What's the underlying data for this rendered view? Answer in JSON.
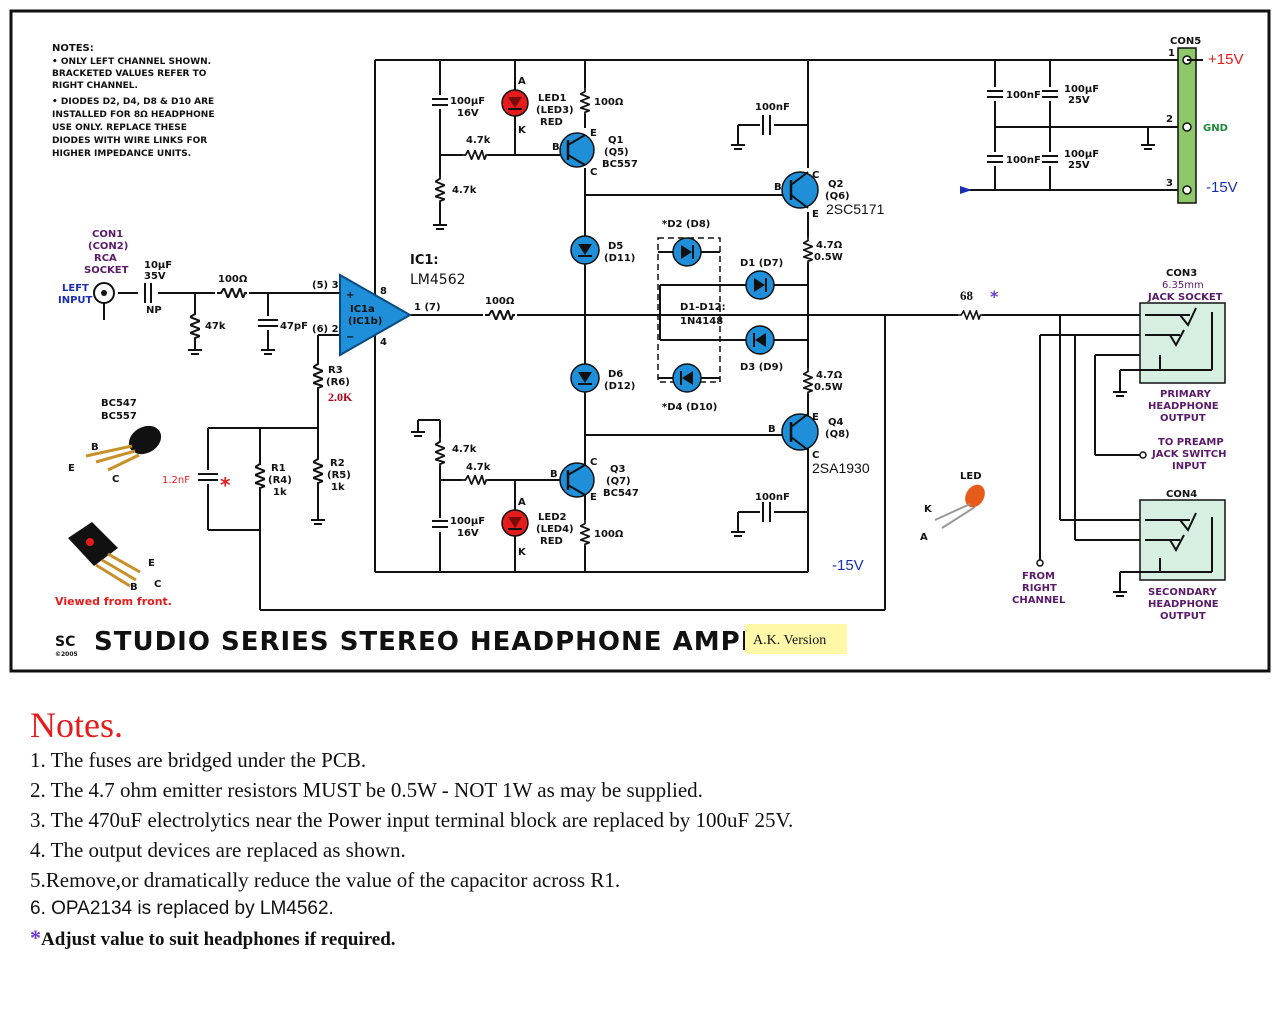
{
  "schematic": {
    "notes_box": {
      "heading": "NOTES:",
      "lines": [
        "• ONLY LEFT CHANNEL SHOWN.",
        "BRACKETED VALUES REFER TO",
        "RIGHT CHANNEL.",
        "• DIODES D2, D4, D8 & D10 ARE",
        "INSTALLED FOR 8Ω HEADPHONE",
        "USE ONLY. REPLACE THESE",
        "DIODES WITH WIRE LINKS FOR",
        "HIGHER IMPEDANCE UNITS."
      ]
    },
    "input": {
      "con1": "CON1",
      "con2": "(CON2)",
      "rca": "RCA",
      "socket": "SOCKET",
      "left": "LEFT",
      "input": "INPUT",
      "cap_value": "10μF",
      "cap_voltage": "35V",
      "cap_type": "NP",
      "r_series": "100Ω",
      "r_shunt": "47k",
      "c_shunt": "47pF"
    },
    "opamp": {
      "ic_label": "IC1:",
      "ic_part": "LM4562",
      "body_a": "IC1a",
      "body_b": "(IC1b)",
      "pin_plus": "(5) 3",
      "pin_minus": "(6) 2",
      "pin_out": "1 (7)",
      "pin8": "8",
      "pin4": "4",
      "r_out": "100Ω"
    },
    "feedback": {
      "r3": "R3",
      "r3b": "(R6)",
      "r3_value": "2.0K",
      "r2": "R2",
      "r2b": "(R5)",
      "r2_value": "1k",
      "r1": "R1",
      "r1b": "(R4)",
      "r1_value": "1k",
      "cap": "1.2nF",
      "mark": "*"
    },
    "top_stage": {
      "cap_value": "100μF",
      "cap_voltage": "16V",
      "r_a": "4.7k",
      "r_b": "4.7k",
      "led_a": "A",
      "led_k": "K",
      "led1": "LED1",
      "led3": "(LED3)",
      "led_color": "RED",
      "r_led": "100Ω",
      "q1": "Q1",
      "q5": "(Q5)",
      "q1_part": "BC557",
      "b": "B",
      "c": "C",
      "e": "E"
    },
    "bottom_stage": {
      "cap_value": "100μF",
      "cap_voltage": "16V",
      "r_a": "4.7k",
      "r_b": "4.7k",
      "led_a": "A",
      "led_k": "K",
      "led2": "LED2",
      "led4": "(LED4)",
      "led_color": "RED",
      "r_led": "100Ω",
      "q3": "Q3",
      "q7": "(Q7)",
      "q3_part": "BC547",
      "b": "B",
      "c": "C",
      "e": "E"
    },
    "diodes": {
      "d5": "D5",
      "d11": "(D11)",
      "d6": "D6",
      "d12": "(D12)",
      "d2": "*D2 (D8)",
      "d1": "D1 (D7)",
      "d1_d12": "D1-D12:",
      "d_part": "1N4148",
      "d3": "D3 (D9)",
      "d4": "*D4 (D10)"
    },
    "output_stage": {
      "cap_top": "100nF",
      "cap_bot": "100nF",
      "q2": "Q2",
      "q6": "(Q6)",
      "q2_part": "2SC5171",
      "q4": "Q4",
      "q8": "(Q8)",
      "q4_part": "2SA1930",
      "re_top": "4.7Ω",
      "re_top_w": "0.5W",
      "re_bot": "4.7Ω",
      "re_bot_w": "0.5W",
      "b": "B",
      "c": "C",
      "e": "E",
      "neg_rail": "-15V"
    },
    "power": {
      "con5": "CON5",
      "plus": "+15V",
      "gnd": "GND",
      "minus": "-15V",
      "pin1": "1",
      "pin2": "2",
      "pin3": "3",
      "c1": "100nF",
      "c2": "100μF",
      "c2v": "25V",
      "c3": "100nF",
      "c4": "100μF",
      "c4v": "25V"
    },
    "output": {
      "r_out": "68",
      "r_mark": "*",
      "con3": "CON3",
      "jack_size": "6.35mm",
      "jack_socket": "JACK SOCKET",
      "primary": "PRIMARY",
      "headphone": "HEADPHONE",
      "output": "OUTPUT",
      "to_preamp": "TO PREAMP",
      "jack_switch": "JACK SWITCH",
      "sw_input": "INPUT",
      "con4": "CON4",
      "secondary": "SECONDARY",
      "headphone2": "HEADPHONE",
      "output2": "OUTPUT",
      "from": "FROM",
      "right": "RIGHT",
      "channel": "CHANNEL"
    },
    "pinouts": {
      "bc547": "BC547",
      "bc557": "BC557",
      "b": "B",
      "e": "E",
      "c": "C",
      "viewed": "Viewed from front.",
      "led": "LED",
      "led_k": "K",
      "led_a": "A"
    },
    "title_bar": {
      "logo": "SC",
      "copyright": "©2005",
      "title": "STUDIO  SERIES  STEREO  HEADPHONE  AMPLIFIER",
      "version": "A.K. Version"
    }
  },
  "notes": {
    "title": "Notes.",
    "items": [
      "1. The fuses are bridged under the PCB.",
      "2. The 4.7 ohm emitter resistors MUST be 0.5W - NOT 1W as may be supplied.",
      "3. The 470uF electrolytics near the Power input terminal block are replaced by 100uF 25V.",
      "4. The output devices are replaced as shown.",
      "5.Remove,or dramatically reduce the value of the capacitor across R1.",
      "6. OPA2134 is replaced by LM4562."
    ],
    "star": "*",
    "star_note": "Adjust value to suit headphones if required."
  },
  "colors": {
    "component_blue": "#1e8fd8",
    "led_red": "#e41c1c",
    "opamp_fill": "#1e8fd8",
    "terminal_green": "#8ec86a",
    "jack_fill": "#d6efe0",
    "ak_box": "#fff8a8"
  }
}
